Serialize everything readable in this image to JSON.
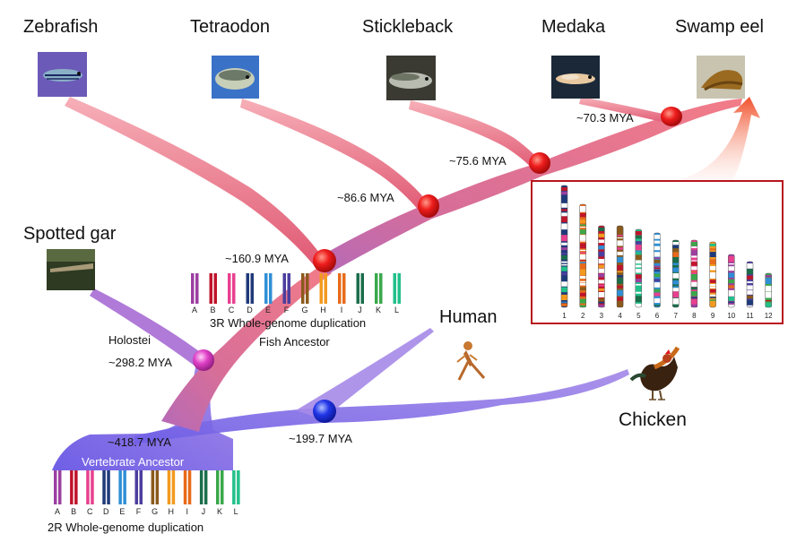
{
  "species": {
    "zebrafish": "Zebrafish",
    "tetraodon": "Tetraodon",
    "stickleback": "Stickleback",
    "medaka": "Medaka",
    "swamp_eel": "Swamp eel",
    "spotted_gar": "Spotted gar",
    "human": "Human",
    "chicken": "Chicken"
  },
  "nodes": {
    "medaka_split": "~70.3 MYA",
    "stickleback_split": "~75.6 MYA",
    "tetraodon_split": "~86.6 MYA",
    "zebrafish_split": "~160.9 MYA",
    "holostei_split": "~298.2 MYA",
    "human_chicken_split": "~199.7 MYA",
    "vertebrate_split": "~418.7 MYA"
  },
  "labels": {
    "holostei": "Holostei",
    "wgd3r": "3R Whole-genome duplication",
    "fish_ancestor": "Fish Ancestor",
    "vertebrate_ancestor": "Vertebrate Ancestor",
    "wgd2r": "2R Whole-genome duplication"
  },
  "ancestral_blocks": {
    "letters": [
      "A",
      "B",
      "C",
      "D",
      "E",
      "F",
      "G",
      "H",
      "I",
      "J",
      "K",
      "L"
    ],
    "colors": [
      "#9b3fa0",
      "#c0142a",
      "#e8408f",
      "#1f3a7a",
      "#2f8fd6",
      "#4b3e9e",
      "#8a5a1c",
      "#f29a1f",
      "#e86a1a",
      "#1a6e4a",
      "#3aa84a",
      "#22c08a"
    ]
  },
  "karyotype": {
    "chromosomes": [
      "1",
      "2",
      "3",
      "4",
      "5",
      "6",
      "7",
      "8",
      "9",
      "10",
      "11",
      "12"
    ]
  },
  "colors": {
    "fish_branch": "#ee6f7e",
    "vertebrate_branch": "#9078e0",
    "node_red": "#e8141c",
    "node_magenta": "#e040c8",
    "node_blue": "#2236e8",
    "box_border": "#b8141c"
  }
}
